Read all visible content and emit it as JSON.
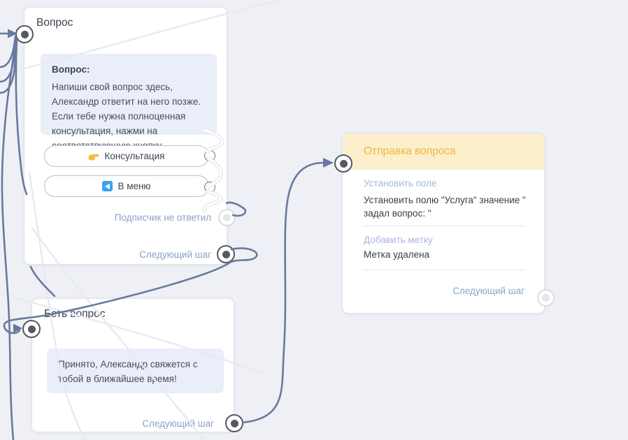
{
  "canvas": {
    "background": "#eef0f5"
  },
  "colors": {
    "connector_dark": "#68799f",
    "connector_light": "#e8eaf2",
    "node_header_yellow_bg": "#fcefcb",
    "node_header_yellow_text": "#efb63c",
    "bubble_bg": "#e9eef8",
    "port_active": "#55585f",
    "port_inactive": "#e3e6eb",
    "output_label": "#8ba1c9",
    "back_arrow_blue": "#36a3ef",
    "pointing_hand_yellow": "#f5bc3f"
  },
  "nodes": {
    "question": {
      "title": "Вопрос",
      "message": {
        "label": "Вопрос:",
        "text": "Напиши свой вопрос здесь, Александр ответит на него позже. Если тебе нужна полноценная консультация, нажми на соответствующую кнопку"
      },
      "buttons": [
        {
          "icon": "pointing-hand-icon",
          "label": "Консультация"
        },
        {
          "icon": "back-arrow-icon",
          "label": "В меню"
        }
      ],
      "outputs": [
        {
          "label": "Подписчик не ответил",
          "state": "inactive"
        },
        {
          "label": "Следующий шаг",
          "state": "active"
        }
      ]
    },
    "sending": {
      "title": "Отправка вопроса",
      "sections": [
        {
          "label": "Установить поле",
          "lines": [
            "Установить полю \"Услуга\" значение \"",
            "задал вопрос: \""
          ]
        },
        {
          "label": "Добавить метку",
          "lines": [
            "Метка удалена"
          ]
        }
      ],
      "output": {
        "label": "Следующий шаг",
        "state": "inactive"
      }
    },
    "has_question": {
      "title": "Есть вопрос",
      "message": {
        "text": "Принято, Александр свяжется с тобой в ближайшее время!"
      },
      "output": {
        "label": "Следующий шаг",
        "state": "active"
      }
    }
  }
}
